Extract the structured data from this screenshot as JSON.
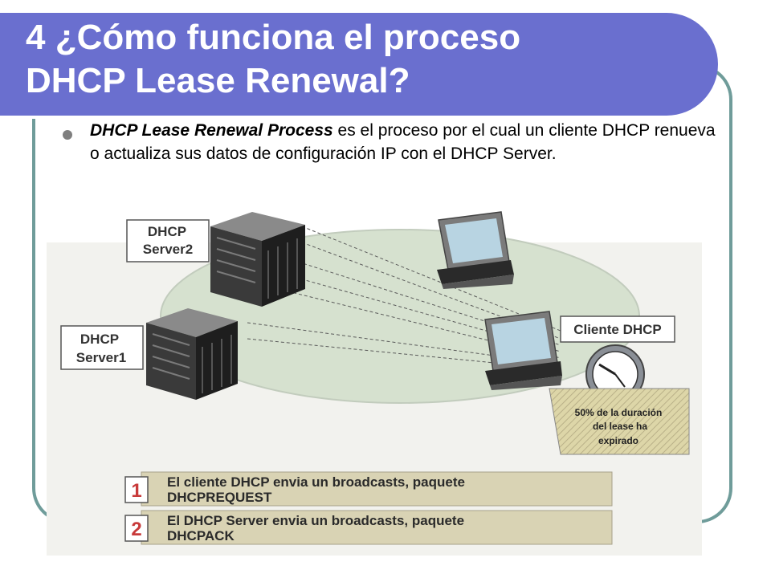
{
  "slide": {
    "title_line1": "4 ¿Cómo funciona el proceso",
    "title_line2": "DHCP Lease Renewal?",
    "bullet_term": "DHCP Lease Renewal Process",
    "bullet_text": " es el proceso por el cual un cliente DHCP renueva o actualiza sus datos de configuración IP con el DHCP Server."
  },
  "diagram": {
    "server2_line1": "DHCP",
    "server2_line2": "Server2",
    "server1_line1": "DHCP",
    "server1_line2": "Server1",
    "client_label": "Cliente DHCP",
    "clock_note_line1": "50% de la duración",
    "clock_note_line2": "del lease ha",
    "clock_note_line3": "expirado",
    "steps": [
      {
        "number": "1",
        "line1": "El cliente DHCP envia un broadcasts, paquete",
        "line2": "DHCPREQUEST"
      },
      {
        "number": "2",
        "line1": "El DHCP Server envia un broadcasts, paquete",
        "line2": "DHCPACK"
      }
    ]
  },
  "colors": {
    "title_bar": "#6a6fcf",
    "frame_border": "#6f9c9a",
    "ellipse": "#d6e1cf",
    "note_fill": "#ddd6a8",
    "step_fill": "#d9d3b4",
    "step_number": "#c83a3a"
  }
}
